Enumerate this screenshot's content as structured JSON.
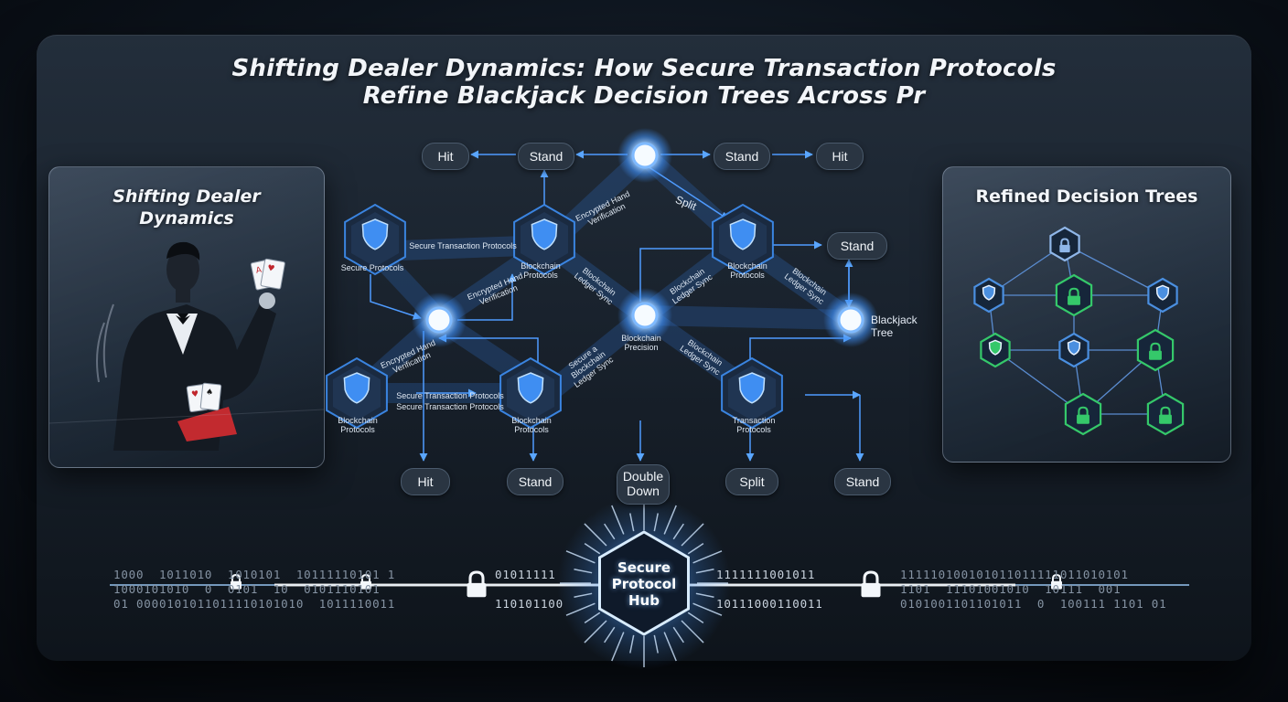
{
  "title": {
    "line1": "Shifting Dealer Dynamics: How Secure Transaction Protocols",
    "line2": "Refine Blackjack Decision Trees Across Pr"
  },
  "left_panel": {
    "title_line1": "Shifting Dealer",
    "title_line2": "Dynamics",
    "illustration": "dealer-dealing-cards-illustration"
  },
  "right_panel": {
    "title": "Refined Decision Trees",
    "node_icons": [
      "shield-icon",
      "lock-icon"
    ],
    "colors": {
      "shield": "#4a8fe0",
      "lock": "#35c86a"
    }
  },
  "decision_tree": {
    "top_row": [
      "Hit",
      "Stand",
      "Stand",
      "Hit"
    ],
    "bottom_row": [
      "Hit",
      "Stand",
      "Double Down",
      "Split",
      "Stand"
    ],
    "right_stand": "Stand",
    "split_label": "Split",
    "blackjack_tree": "Blackjack Tree",
    "node_labels": {
      "n1": "Secure Protocols",
      "n2": "Blockchain Protocols",
      "n3": "Blockchain Protocols",
      "n4": "Blockchain Protocols",
      "n5": "Blockchain Protocols",
      "n6": "Transaction Protocols",
      "center": "Blockchain Precision"
    },
    "edge_labels": {
      "top_a": "Encrypted Hand Verification",
      "top_b": "Secure Transaction Protocols",
      "mid_a": "Encrypted Hand Verification",
      "mid_b": "Blockchain Ledger Sync",
      "mid_c": "Blockchain Ledger Sync",
      "mid_d": "Blockchain Ledger Sync",
      "low_a": "Encrypted Hand Verification",
      "low_b": "Secure a Blockchain Ledger Sync",
      "low_c": "Blockchain Ledger Sync",
      "bot_a": "Secure Transaction Protocols",
      "bot_b": "Secure Transaction Protocols"
    },
    "colors": {
      "accent": "#3e8ef2",
      "glow": "#9fd0ff",
      "node": "#1d3352"
    }
  },
  "binary_stream": {
    "left": [
      "1000  1011010  1010101  10111110101 1",
      "1000101010  0  0101  10  0101110101",
      "01 0000101011011110101010  1011110011"
    ],
    "mid_left": [
      "01011111",
      "",
      "110101100"
    ],
    "mid_right": [
      "1111111001011",
      "",
      "10111000110011"
    ],
    "right": [
      "111110100101011011111011010101",
      "1101  11101001010  10111  001",
      "0101001101101011  0  100111 1101 01"
    ],
    "hub": "Secure Protocol Hub",
    "hub_line1": "Secure",
    "hub_line2": "Protocol",
    "hub_line3": "Hub"
  }
}
